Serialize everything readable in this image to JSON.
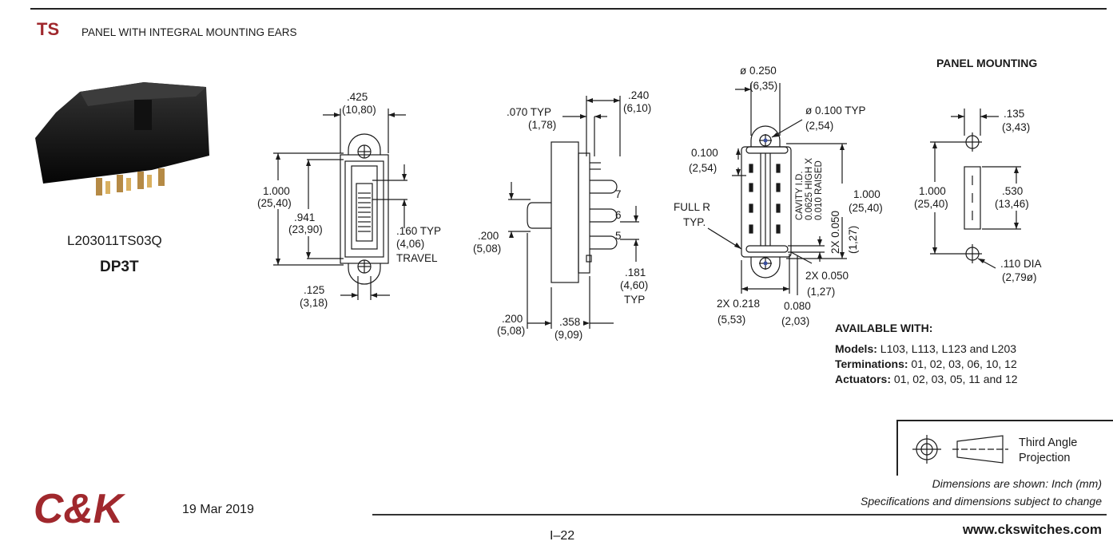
{
  "header": {
    "series_code": "TS",
    "series_title": "PANEL WITH INTEGRAL MOUNTING EARS"
  },
  "product": {
    "part_number": "L203011TS03Q",
    "poles": "DP3T"
  },
  "views": {
    "front": {
      "width_in": ".425",
      "width_mm": "(10,80)",
      "height_in": "1.000",
      "height_mm": "(25,40)",
      "inner_height_in": ".941",
      "inner_height_mm": "(23,90)",
      "travel_in": ".160 TYP",
      "travel_mm": "(4,06)",
      "travel_label": "TRAVEL",
      "hole_in": ".125",
      "hole_mm": "(3,18)"
    },
    "side": {
      "pin_pitch_in": ".070 TYP",
      "pin_pitch_mm": "(1,78)",
      "pin_len_in": ".240",
      "pin_len_mm": "(6,10)",
      "actuator_in": ".200",
      "actuator_mm": "(5,08)",
      "pin_spacing_in": ".181",
      "pin_spacing_mm": "(4,60)",
      "pin_spacing_typ": "TYP",
      "base_in": ".200",
      "base_mm": "(5,08)",
      "body_in": ".358",
      "body_mm": "(9,09)",
      "pins": [
        "7",
        "6",
        "5"
      ]
    },
    "panel_cutout": {
      "boss_dia": "ø 0.250",
      "boss_dia_mm": "(6,35)",
      "hole_dia": "ø 0.100 TYP",
      "hole_dia_mm": "(2,54)",
      "top_in": "0.100",
      "top_mm": "(2,54)",
      "full_r": "FULL R",
      "typ": "TYP.",
      "cavity_1": "CAVITY I.D.",
      "cavity_2": "0.0625 HIGH X",
      "cavity_3": "0.010 RAISED",
      "height_in": "1.000",
      "height_mm": "(25,40)",
      "vert_in": "2X 0.050",
      "vert_mm": "(1,27)",
      "side_in": "2X 0.050",
      "side_mm": "(1,27)",
      "width_in": "2X 0.218",
      "width_mm": "(5,53)",
      "offset_in": "0.080",
      "offset_mm": "(2,03)"
    },
    "panel_mounting": {
      "title": "PANEL MOUNTING",
      "offset_in": ".135",
      "offset_mm": "(3,43)",
      "height_in": "1.000",
      "height_mm": "(25,40)",
      "slot_in": ".530",
      "slot_mm": "(13,46)",
      "dia_in": ".110 DIA",
      "dia_mm": "(2,79ø)"
    }
  },
  "availability": {
    "title": "AVAILABLE WITH:",
    "models_label": "Models:",
    "models": "L103, L113, L123 and L203",
    "terminations_label": "Terminations:",
    "terminations": "01, 02, 03, 06, 10, 12",
    "actuators_label": "Actuators:",
    "actuators": "01, 02, 03, 05, 11 and 12"
  },
  "projection": {
    "line1": "Third Angle",
    "line2": "Projection"
  },
  "footer": {
    "dims_note": "Dimensions are shown: Inch (mm)",
    "spec_note": "Specifications and dimensions subject to change",
    "page": "I–22",
    "website": "www.ckswitches.com",
    "date": "19 Mar 2019",
    "logo_text": "C&K"
  },
  "colors": {
    "brand_red": "#a0282d",
    "ink": "#1a1a1a",
    "hole_blue": "#3a4fa0"
  }
}
